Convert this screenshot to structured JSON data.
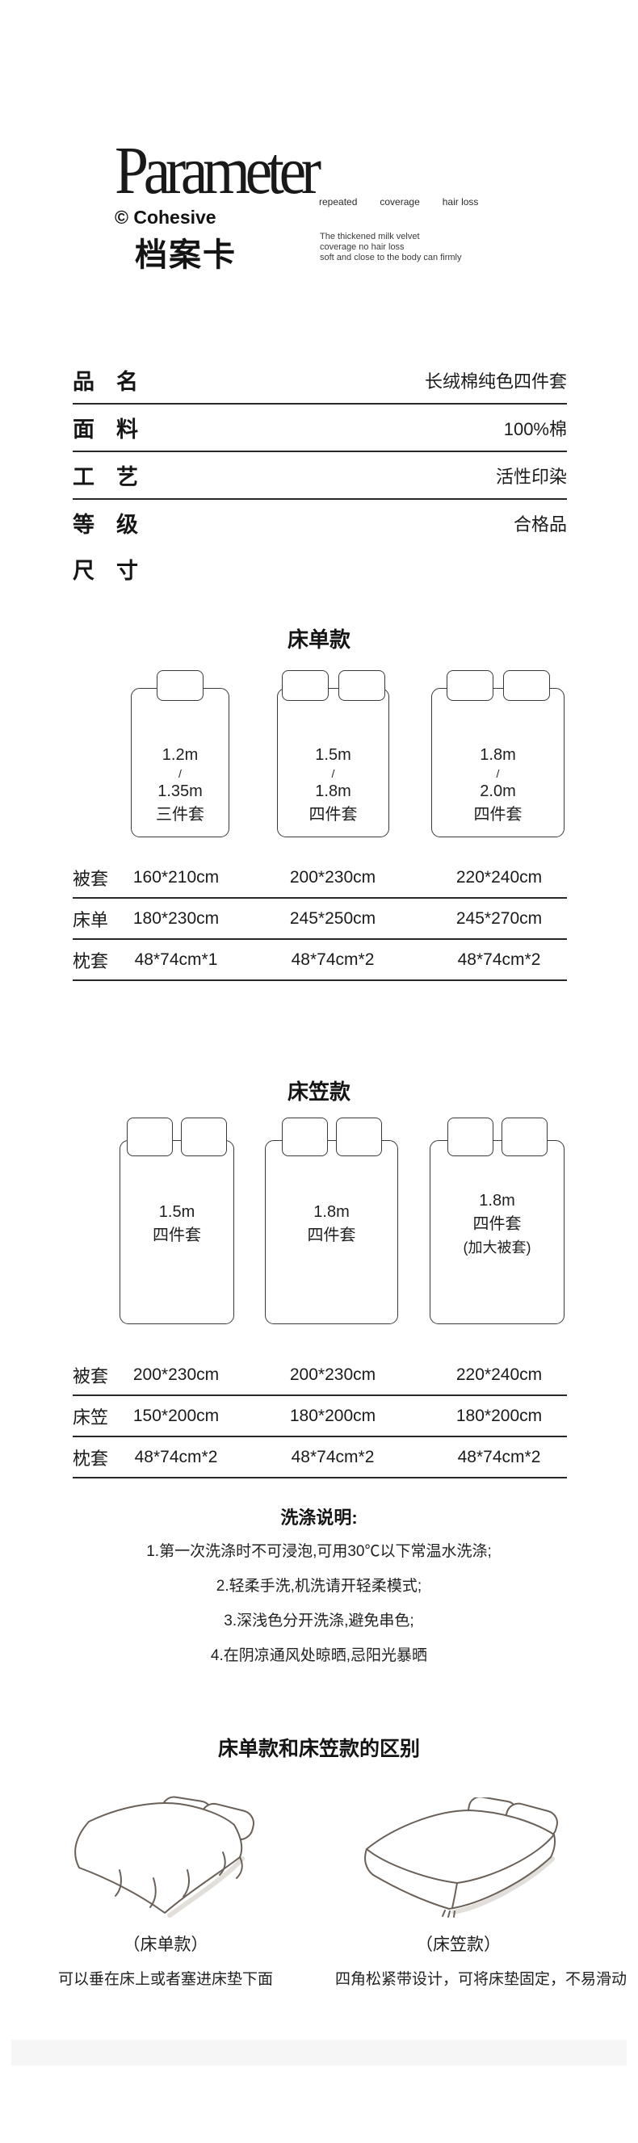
{
  "header": {
    "title": "Parameter",
    "keywords": [
      "repeated",
      "coverage",
      "hair loss"
    ],
    "brand": "© Cohesive",
    "card_name": "档案卡",
    "desc_lines": [
      "The thickened milk velvet",
      "coverage no hair loss",
      "soft and close to the body can firmly"
    ]
  },
  "spec": {
    "rows": [
      {
        "label": "品　名",
        "value": "长绒棉纯色四件套"
      },
      {
        "label": "面　料",
        "value": "100%棉"
      },
      {
        "label": "工　艺",
        "value": "活性印染"
      },
      {
        "label": "等　级",
        "value": "合格品"
      },
      {
        "label": "尺　寸",
        "value": ""
      }
    ]
  },
  "sheet_style": {
    "title": "床单款",
    "beds": [
      {
        "line1": "1.2m",
        "line2": "/",
        "line3": "1.35m",
        "line4": "三件套"
      },
      {
        "line1": "1.5m",
        "line2": "/",
        "line3": "1.8m",
        "line4": "四件套"
      },
      {
        "line1": "1.8m",
        "line2": "/",
        "line3": "2.0m",
        "line4": "四件套"
      }
    ],
    "table": [
      {
        "label": "被套",
        "v1": "160*210cm",
        "v2": "200*230cm",
        "v3": "220*240cm"
      },
      {
        "label": "床单",
        "v1": "180*230cm",
        "v2": "245*250cm",
        "v3": "245*270cm"
      },
      {
        "label": "枕套",
        "v1": "48*74cm*1",
        "v2": "48*74cm*2",
        "v3": "48*74cm*2"
      }
    ]
  },
  "fitted_style": {
    "title": "床笠款",
    "beds": [
      {
        "line1": "1.5m",
        "line2": "四件套",
        "line3": ""
      },
      {
        "line1": "1.8m",
        "line2": "四件套",
        "line3": ""
      },
      {
        "line1": "1.8m",
        "line2": "四件套",
        "line3": "(加大被套)"
      }
    ],
    "table": [
      {
        "label": "被套",
        "v1": "200*230cm",
        "v2": "200*230cm",
        "v3": "220*240cm"
      },
      {
        "label": "床笠",
        "v1": "150*200cm",
        "v2": "180*200cm",
        "v3": "180*200cm"
      },
      {
        "label": "枕套",
        "v1": "48*74cm*2",
        "v2": "48*74cm*2",
        "v3": "48*74cm*2"
      }
    ]
  },
  "washing": {
    "title": "洗涤说明:",
    "lines": [
      "1.第一次洗涤时不可浸泡,可用30℃以下常温水洗涤;",
      "2.轻柔手洗,机洗请开轻柔模式;",
      "3.深浅色分开洗涤,避免串色;",
      "4.在阴凉通风处晾晒,忌阳光暴晒"
    ]
  },
  "difference": {
    "title": "床单款和床笠款的区别",
    "left_caption": "（床单款）",
    "left_desc": "可以垂在床上或者塞进床垫下面",
    "right_caption": "（床笠款）",
    "right_desc": "四角松紧带设计，可将床垫固定，不易滑动"
  },
  "colors": {
    "text": "#1c1c1c",
    "rule_line": "#282828",
    "diagram_stroke": "#3a3a3a",
    "sketch_stroke": "#6a6058",
    "footer_band": "#f6f6f6"
  }
}
